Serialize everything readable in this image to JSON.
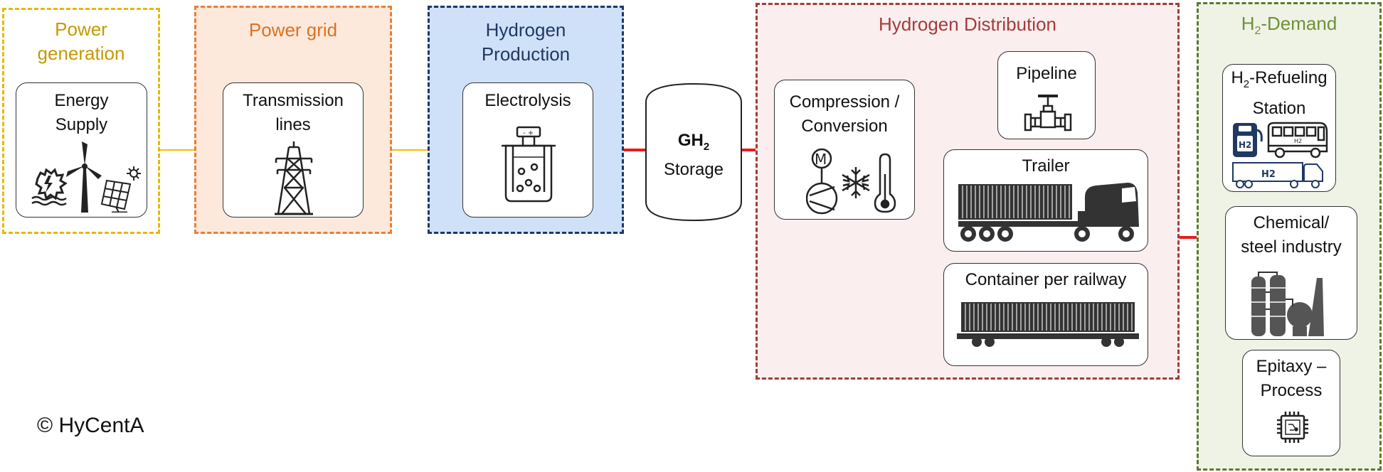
{
  "colors": {
    "power_generation": "#e8b700",
    "power_grid": "#ed7d31",
    "hydrogen_production": "#1f3864",
    "hydrogen_distribution": "#a33b3b",
    "demand": "#5b7a2e",
    "electric_line": "#f2c200",
    "hydrogen_line": "#e81c1c"
  },
  "zones": {
    "power_generation": {
      "title_line1": "Power",
      "title_line2": "generation"
    },
    "power_grid": {
      "title": "Power grid"
    },
    "hydrogen_production": {
      "title_line1": "Hydrogen",
      "title_line2": "Production"
    },
    "hydrogen_distribution": {
      "title": "Hydrogen Distribution"
    },
    "demand": {
      "title_prefix": "H",
      "title_sub": "2",
      "title_suffix": "-Demand"
    }
  },
  "nodes": {
    "energy_supply": {
      "line1": "Energy",
      "line2": "Supply",
      "icons": [
        "hydro-plant-icon",
        "wind-turbine-icon",
        "solar-panel-icon"
      ]
    },
    "transmission": {
      "line1": "Transmission",
      "line2": "lines",
      "icon": "transmission-tower-icon"
    },
    "electrolysis": {
      "label": "Electrolysis",
      "icon": "electrolyzer-icon"
    },
    "storage": {
      "prefix": "GH",
      "sub": "2",
      "line2": "Storage"
    },
    "compression": {
      "line1": "Compression /",
      "line2": "Conversion",
      "icons": [
        "compressor-motor-icon",
        "snowflake-icon",
        "thermometer-icon"
      ]
    },
    "pipeline": {
      "label": "Pipeline",
      "icon": "pipeline-valve-icon"
    },
    "trailer": {
      "label": "Trailer",
      "icon": "truck-trailer-icon"
    },
    "railway": {
      "label": "Container per railway",
      "icon": "rail-container-icon"
    },
    "refueling": {
      "prefix": "H",
      "sub": "2",
      "suffix": "-Refueling",
      "line2": "Station",
      "icons": [
        "fuel-pump-icon",
        "bus-icon",
        "h2-truck-icon"
      ],
      "pump_text": "H2",
      "bus_text": "H2",
      "truck_text": "H2"
    },
    "chemical": {
      "line1": "Chemical/",
      "line2": "steel industry",
      "icon": "factory-icon"
    },
    "epitaxy": {
      "line1": "Epitaxy –",
      "line2": "Process",
      "icon": "microchip-icon"
    }
  },
  "copyright": "© HyCentA"
}
